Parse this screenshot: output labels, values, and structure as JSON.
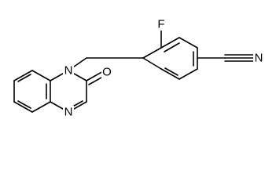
{
  "molecule": {
    "atoms": {
      "fluorine": "F",
      "ring_nitrogen": "N",
      "imine_nitrogen": "N",
      "carbonyl_oxygen": "O",
      "nitrile_nitrogen": "N"
    }
  }
}
